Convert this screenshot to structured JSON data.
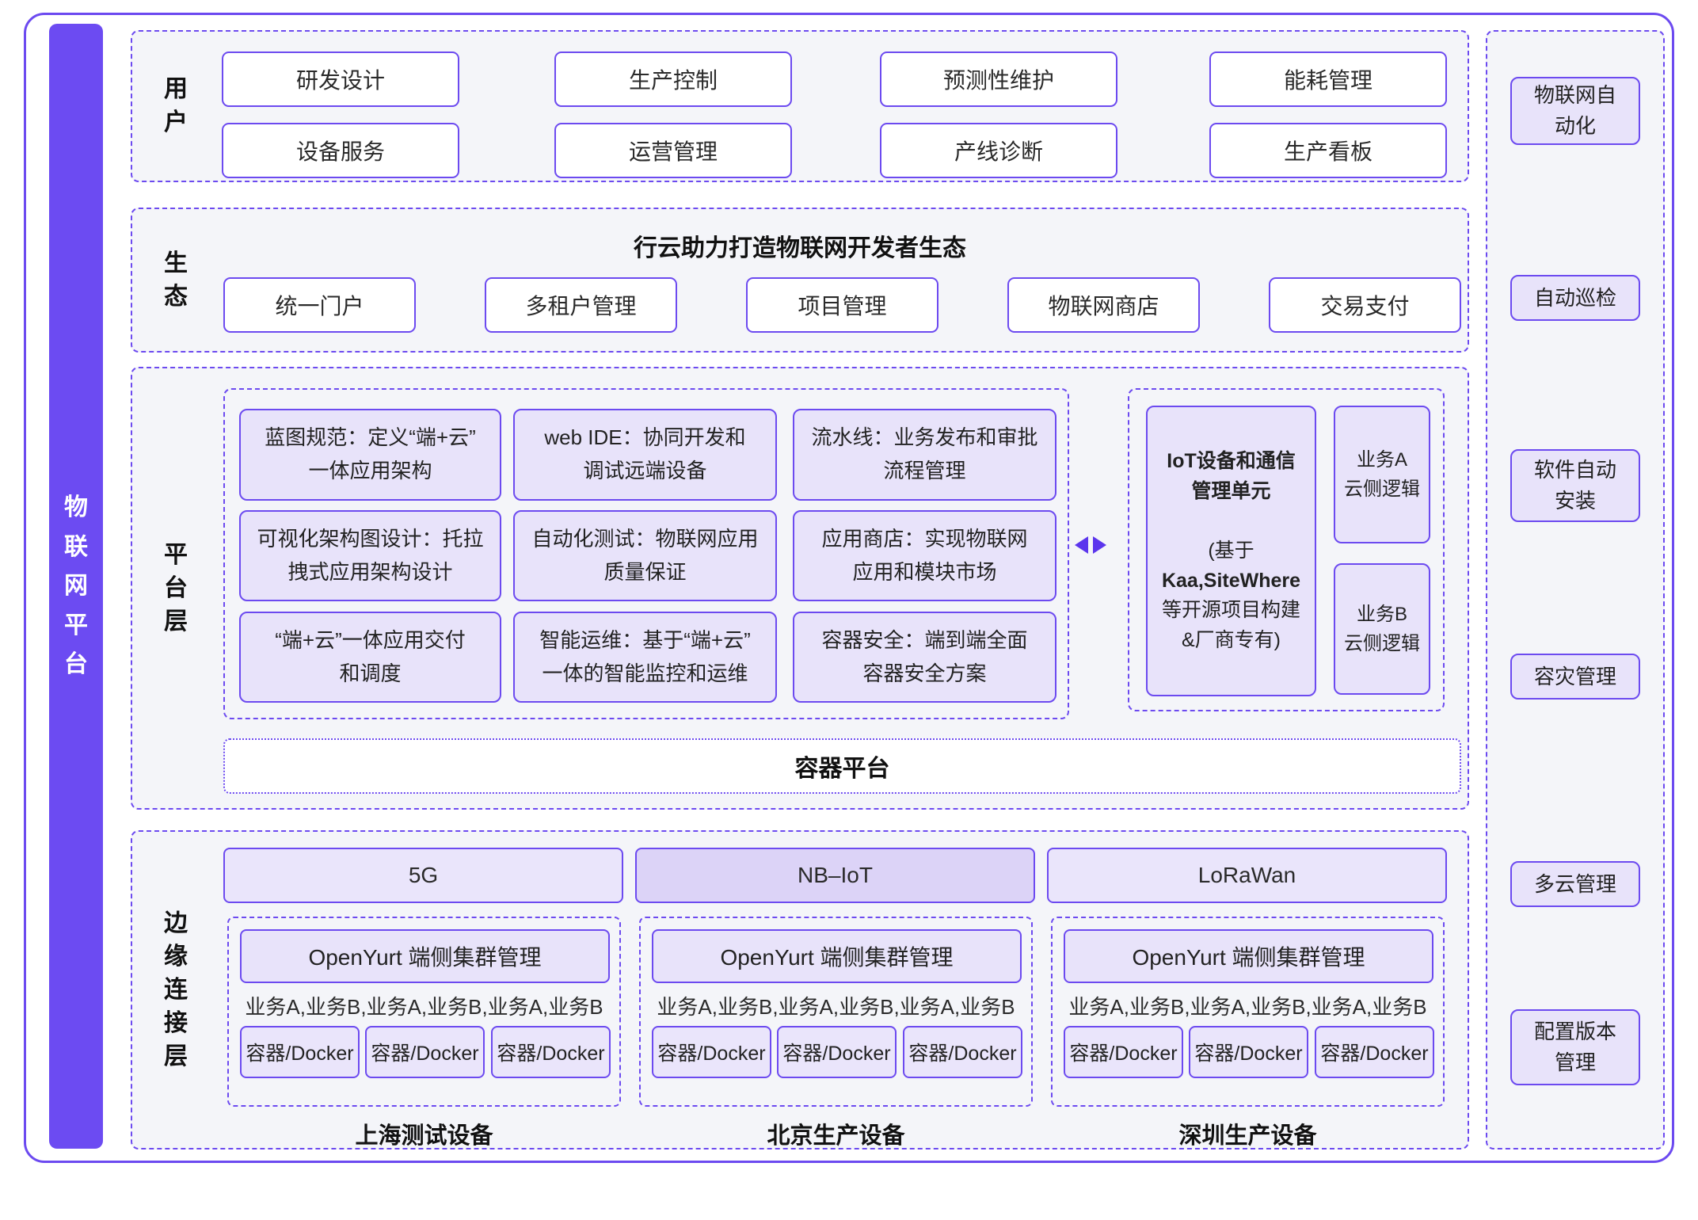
{
  "sidebar": {
    "label": "物联网平台"
  },
  "user_section": {
    "label": "用户",
    "boxes": [
      "研发设计",
      "生产控制",
      "预测性维护",
      "能耗管理",
      "设备服务",
      "运营管理",
      "产线诊断",
      "生产看板"
    ]
  },
  "eco_section": {
    "label": "生态",
    "title": "行云助力打造物联网开发者生态",
    "boxes": [
      "统一门户",
      "多租户管理",
      "项目管理",
      "物联网商店",
      "交易支付"
    ]
  },
  "platform_section": {
    "label": "平台层",
    "cells": [
      "蓝图规范：定义“端+云”\n一体应用架构",
      "web IDE：协同开发和\n调试远端设备",
      "流水线：业务发布和审批\n流程管理",
      "可视化架构图设计：托拉\n拽式应用架构设计",
      "自动化测试：物联网应用\n质量保证",
      "应用商店：实现物联网\n应用和模块市场",
      "“端+云”一体应用交付\n和调度",
      "智能运维：基于“端+云”\n一体的智能监控和运维",
      "容器安全：端到端全面\n容器安全方案"
    ],
    "iot_unit": {
      "title": "IoT设备和通信\n管理单元",
      "note_line1": "(基于",
      "note_line2": "Kaa,SiteWhere",
      "note_line3": "等开源项目构建\n&厂商专有)",
      "side_box_a": "业务A\n云侧逻辑",
      "side_box_b": "业务B\n云侧逻辑"
    },
    "container_platform": "容器平台"
  },
  "edge_section": {
    "label": "边缘连接层",
    "networks": [
      "5G",
      "NB–IoT",
      "LoRaWan"
    ],
    "groups": [
      {
        "cluster": "OpenYurt 端侧集群管理",
        "services": "业务A,业务B,业务A,业务B,业务A,业务B",
        "containers": [
          "容器/Docker",
          "容器/Docker",
          "容器/Docker"
        ],
        "device": "上海测试设备"
      },
      {
        "cluster": "OpenYurt 端侧集群管理",
        "services": "业务A,业务B,业务A,业务B,业务A,业务B",
        "containers": [
          "容器/Docker",
          "容器/Docker",
          "容器/Docker"
        ],
        "device": "北京生产设备"
      },
      {
        "cluster": "OpenYurt 端侧集群管理",
        "services": "业务A,业务B,业务A,业务B,业务A,业务B",
        "containers": [
          "容器/Docker",
          "容器/Docker",
          "容器/Docker"
        ],
        "device": "深圳生产设备"
      }
    ]
  },
  "right_column": {
    "items": [
      "物联网自\n动化",
      "自动巡检",
      "软件自动\n安装",
      "容灾管理",
      "多云管理",
      "配置版本\n管理"
    ]
  },
  "colors": {
    "accent_purple": "#6C4AF0",
    "sidebar_purple": "#6C4BF2",
    "light_purple_fill": "#E8E3FA",
    "nbiot_fill": "#DCD3F7",
    "section_bg": "#F4F5F9"
  }
}
